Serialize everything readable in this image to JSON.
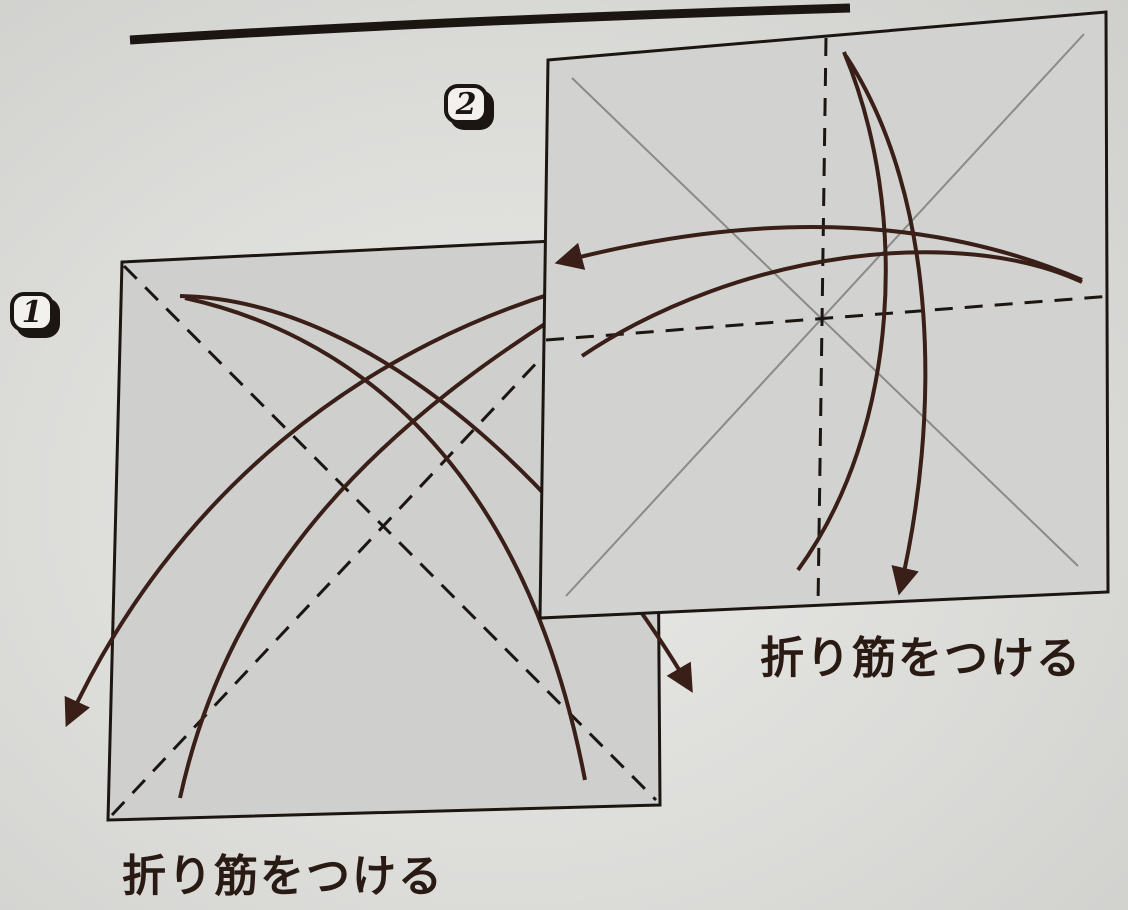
{
  "steps": [
    {
      "number": "1",
      "caption": "折り筋をつける"
    },
    {
      "number": "2",
      "caption": "折り筋をつける"
    }
  ],
  "colors": {
    "ink": "#1c1612",
    "arrow": "#3a1f18",
    "paper": "#cfd0cd",
    "thin_line": "#8a8a88"
  }
}
